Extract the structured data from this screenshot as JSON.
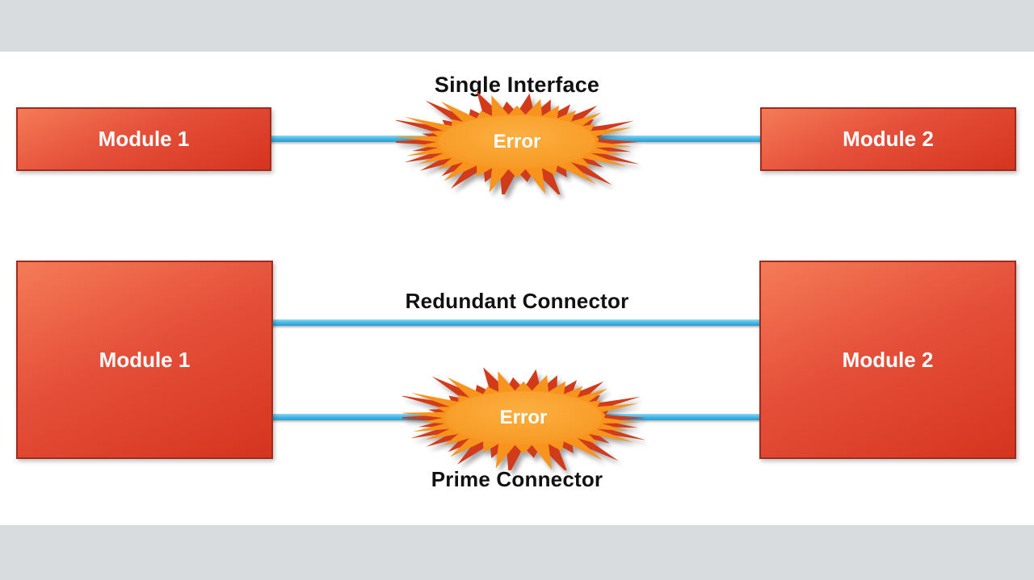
{
  "diagram": {
    "top": {
      "title": "Single Interface",
      "module1": "Module 1",
      "module2": "Module 2",
      "error": "Error"
    },
    "bottom": {
      "module1": "Module 1",
      "module2": "Module 2",
      "redundant_label": "Redundant Connector",
      "prime_label": "Prime Connector",
      "error": "Error"
    },
    "colors": {
      "band": "#d9dcde",
      "background": "#ffffff",
      "module_fill_light": "#f47b57",
      "module_fill_dark": "#d5341f",
      "module_border": "#9e2b1c",
      "connector_blue": "#41b2e2",
      "starburst_red": "#d23b1a",
      "starburst_orange": "#f7941d",
      "label_text": "#111111",
      "module_text": "#ffffff"
    }
  }
}
